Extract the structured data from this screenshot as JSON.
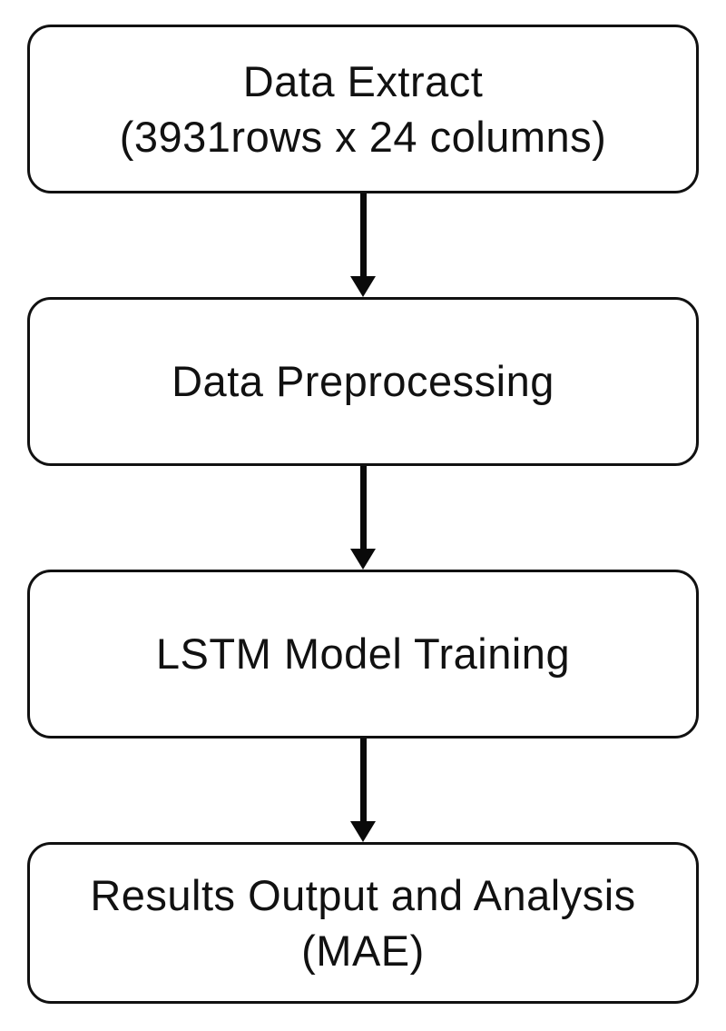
{
  "diagram": {
    "type": "flowchart",
    "direction": "top-to-bottom",
    "steps": [
      {
        "label": "Data Extract\n(3931rows x 24 columns)"
      },
      {
        "label": "Data Preprocessing"
      },
      {
        "label": "LSTM Model Training"
      },
      {
        "label": "Results Output and Analysis\n(MAE)"
      }
    ],
    "connectors": [
      {
        "from": 0,
        "to": 1,
        "style": "arrow-down"
      },
      {
        "from": 1,
        "to": 2,
        "style": "arrow-down"
      },
      {
        "from": 2,
        "to": 3,
        "style": "arrow-down"
      }
    ],
    "colors": {
      "background": "#ffffff",
      "box_fill": "#ffffff",
      "box_border": "#111111",
      "text": "#111111",
      "arrow": "#0a0a0a"
    }
  }
}
